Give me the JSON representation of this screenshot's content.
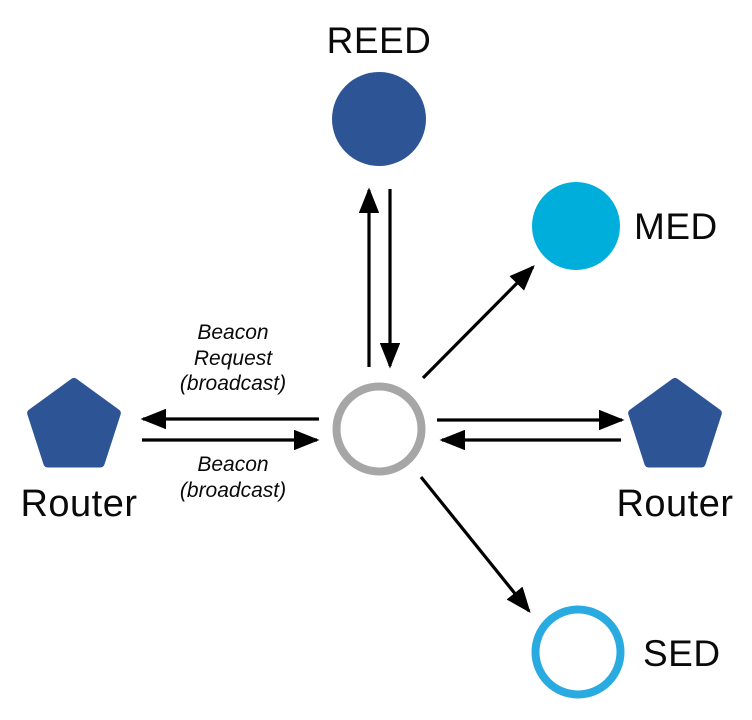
{
  "diagram": {
    "nodes": {
      "reed": {
        "label": "REED",
        "shape": "filled-circle"
      },
      "med": {
        "label": "MED",
        "shape": "filled-circle"
      },
      "sed": {
        "label": "SED",
        "shape": "outlined-circle"
      },
      "router_left": {
        "label": "Router",
        "shape": "pentagon"
      },
      "router_right": {
        "label": "Router",
        "shape": "pentagon"
      },
      "joining_device": {
        "label": "",
        "shape": "outlined-circle"
      }
    },
    "messages": {
      "beacon_request": "Beacon\nRequest\n(broadcast)",
      "beacon": "Beacon\n(broadcast)"
    },
    "edges": {
      "center_to_reed": "up",
      "reed_to_center": "down",
      "center_to_med": "up-right",
      "center_to_router_left": "left",
      "router_left_to_center": "right",
      "center_to_router_right": "right",
      "router_right_to_center": "left",
      "center_to_sed": "down-right"
    },
    "colors": {
      "blue": "#2D5596",
      "cyan": "#00AEDC",
      "sed_outline": "#29ABE2",
      "joiner_outline": "#A6A6A6",
      "arrow": "#000000",
      "text": "#0A0A0A"
    }
  }
}
